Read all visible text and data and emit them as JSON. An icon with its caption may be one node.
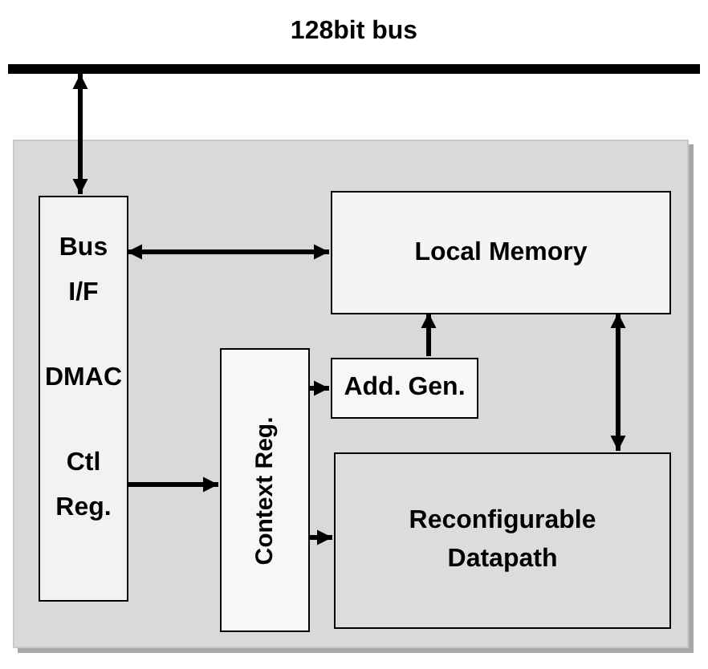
{
  "diagram": {
    "nodes": [
      {
        "text": [
          "128bit bus"
        ]
      },
      {
        "text": [],
        "shape": "box"
      },
      {
        "text": [
          "Bus I/F",
          "DMAC",
          "Ctl Reg."
        ],
        "in": 1
      },
      {
        "text": [
          "Local Memory"
        ],
        "in": 1
      },
      {
        "text": [
          "Context Reg."
        ],
        "in": 1
      },
      {
        "text": [
          "Add. Gen."
        ],
        "in": 1
      },
      {
        "text": [
          "Reconfigurable Datapath"
        ],
        "in": 1
      }
    ],
    "edges": [
      {
        "from": 0,
        "to": 2,
        "arrow": "both"
      },
      {
        "from": 2,
        "to": 3,
        "arrow": "both"
      },
      {
        "from": 2,
        "to": 4,
        "arrow": "to"
      },
      {
        "from": 4,
        "to": 5,
        "arrow": "to"
      },
      {
        "from": 4,
        "to": 6,
        "arrow": "to"
      },
      {
        "from": 5,
        "to": 3,
        "arrow": "to"
      },
      {
        "from": 3,
        "to": 6,
        "arrow": "both"
      }
    ]
  }
}
